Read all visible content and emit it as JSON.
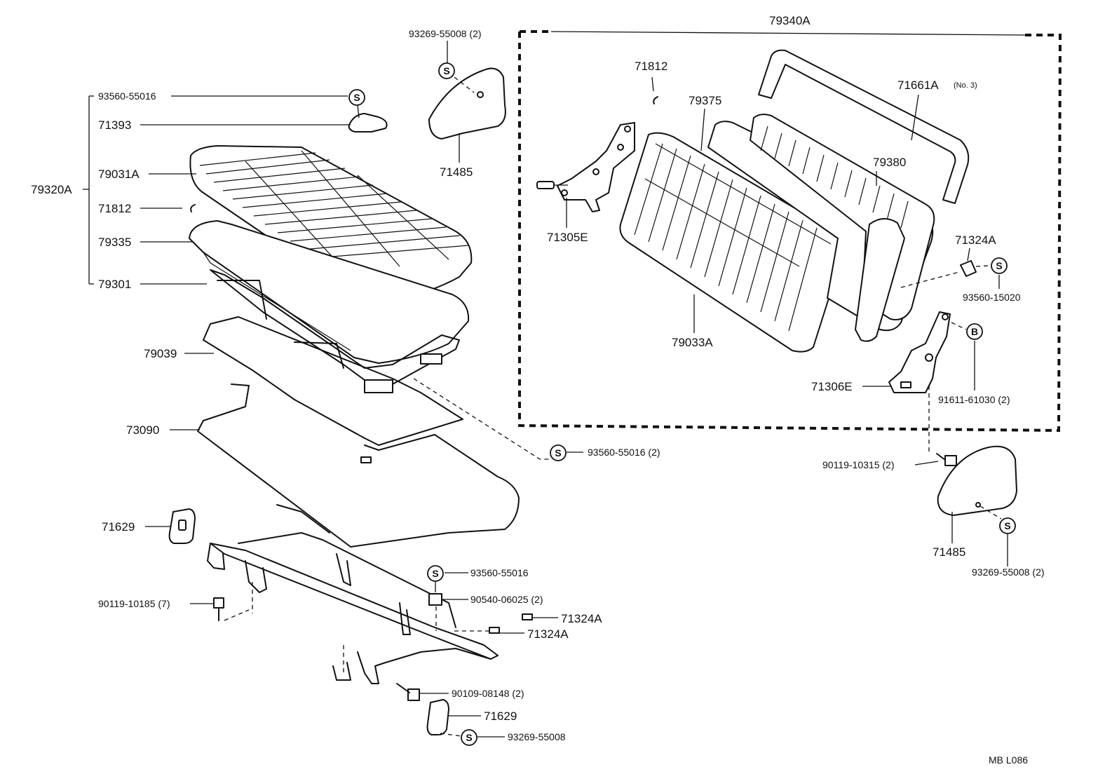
{
  "labels": {
    "p93269_55008_2_top": "93269-55008 (2)",
    "p79340A": "79340A",
    "p93560_55016_a": "93560-55016",
    "p71393": "71393",
    "p79031A": "79031A",
    "p79320A": "79320A",
    "p71812_left": "71812",
    "p79335": "79335",
    "p79301": "79301",
    "p71485_top": "71485",
    "p71812_right": "71812",
    "p79375": "79375",
    "p71661A": "71661A",
    "p71661A_note": "(No. 3)",
    "p79380": "79380",
    "p71305E": "71305E",
    "p71324A_right": "71324A",
    "p93560_15020": "93560-15020",
    "p79033A": "79033A",
    "p79039": "79039",
    "p71306E": "71306E",
    "p91611_61030_2": "91611-61030 (2)",
    "p73090": "73090",
    "p93560_55016_2": "93560-55016 (2)",
    "p90119_10315_2": "90119-10315 (2)",
    "p71629_left": "71629",
    "p71485_bottom": "71485",
    "p93269_55008_2_bottom": "93269-55008 (2)",
    "p93560_55016_b": "93560-55016",
    "p90540_06025_2": "90540-06025 (2)",
    "p90119_10185_7": "90119-10185 (7)",
    "p71324A_a": "71324A",
    "p71324A_b": "71324A",
    "p90109_08148_2": "90109-08148 (2)",
    "p71629_bottom": "71629",
    "p93269_55008": "93269-55008",
    "footer_code": "MB L086"
  },
  "symbols": {
    "s": "S",
    "b": "B"
  }
}
